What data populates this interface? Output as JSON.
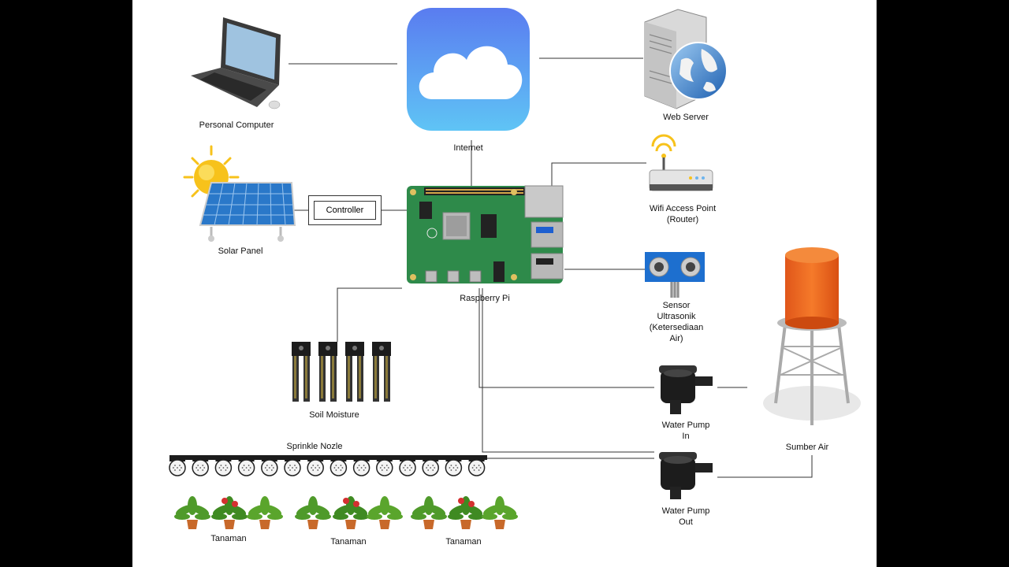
{
  "labels": {
    "personal_computer": "Personal Computer",
    "internet": "Internet",
    "web_server": "Web Server",
    "solar_panel": "Solar Panel",
    "controller": "Controller",
    "raspberry_pi": "Raspberry Pi",
    "wifi_line1": "Wifi Access Point",
    "wifi_line2": "(Router)",
    "sensor_line1": "Sensor",
    "sensor_line2": "Ultrasonik",
    "sensor_line3": "(Ketersediaan",
    "sensor_line4": "Air)",
    "soil_moisture": "Soil Moisture",
    "sprinkle_nozzle": "Sprinkle Nozle",
    "pump_in_line1": "Water Pump",
    "pump_in_line2": "In",
    "pump_out_line1": "Water Pump",
    "pump_out_line2": "Out",
    "water_source": "Sumber Air",
    "plants_1": "Tanaman",
    "plants_2": "Tanaman",
    "plants_3": "Tanaman"
  },
  "colors": {
    "cloud_top": "#5a7cf0",
    "cloud_bottom": "#5fc4f5",
    "pcb_green": "#2e8a4a",
    "tank_orange": "#f26a1b",
    "sun_yellow": "#f7c21b",
    "solar_blue": "#2a78c9"
  },
  "icons": {
    "laptop": "laptop-icon",
    "cloud": "cloud-icon",
    "server": "server-globe-icon",
    "sun": "sun-icon",
    "solar": "solar-panel-icon",
    "router": "wifi-router-icon",
    "ultrasonic": "ultrasonic-sensor-icon",
    "soil": "soil-moisture-sensor-icon",
    "pump": "water-pump-icon",
    "tower": "water-tower-icon",
    "nozzle": "sprinkler-nozzle-icon",
    "plant": "plant-icon"
  },
  "counts": {
    "nozzles": 14,
    "soil_probes": 4
  }
}
